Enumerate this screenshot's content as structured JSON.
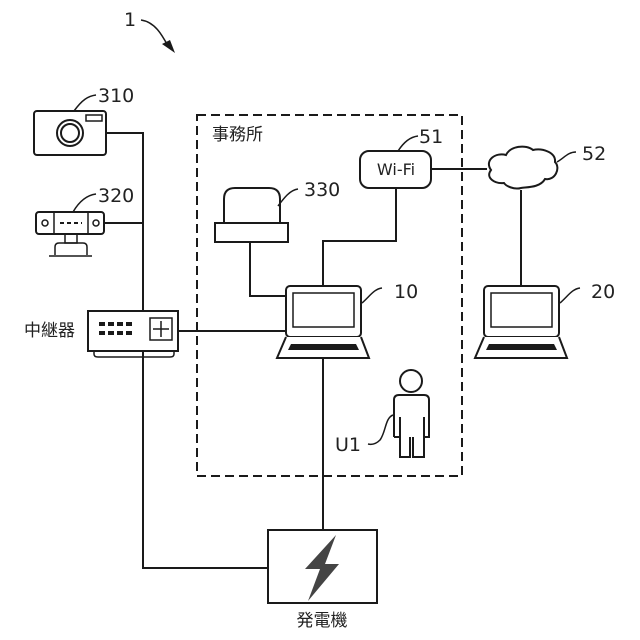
{
  "figure": {
    "system_ref": "1",
    "office_label": "事務所",
    "relay_label": "中継器",
    "generator_label": "発電機",
    "wifi_text": "Wi-Fi",
    "refs": {
      "camera": "310",
      "sensor": "320",
      "beacon": "330",
      "wifi": "51",
      "network": "52",
      "terminal_10": "10",
      "terminal_20": "20",
      "user": "U1"
    },
    "icons": {
      "camera": "camera-icon",
      "sensor": "sensor-device-icon",
      "beacon": "warning-light-icon",
      "relay": "network-switch-icon",
      "wifi": "wifi-router-box",
      "network": "cloud-icon",
      "terminal": "laptop-icon",
      "user": "person-icon",
      "generator": "lightning-bolt-icon"
    }
  }
}
